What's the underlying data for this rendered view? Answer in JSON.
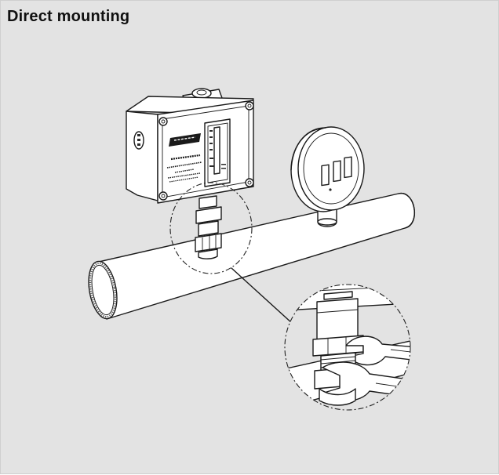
{
  "title": "Direct mounting",
  "illustration": {
    "subject": "pressure-switch-direct-mounting",
    "components": [
      "pressure-switch",
      "pressure-gauge",
      "pipe",
      "detail-magnifier",
      "wrench"
    ]
  }
}
